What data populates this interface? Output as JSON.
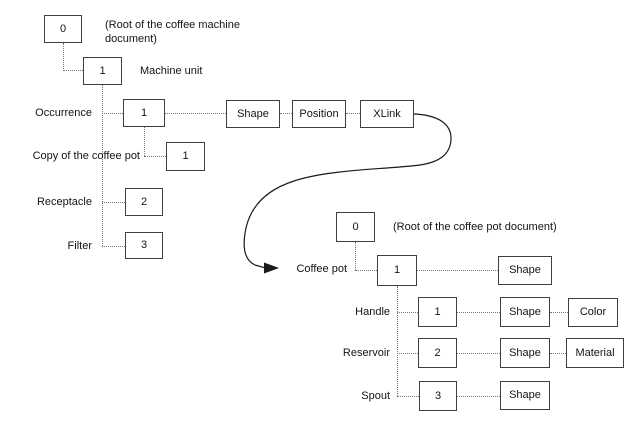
{
  "machine_tree": {
    "root_value": "0",
    "root_caption_lines": [
      "(Root of the coffee machine",
      "document)"
    ],
    "machine_unit_value": "1",
    "machine_unit_label": "Machine unit",
    "occurrence_label": "Occurrence",
    "occurrence_value": "1",
    "occurrence_attr_shape": "Shape",
    "occurrence_attr_position": "Position",
    "occurrence_attr_xlink": "XLink",
    "copy_label": "Copy of the coffee pot",
    "copy_value": "1",
    "receptacle_label": "Receptacle",
    "receptacle_value": "2",
    "filter_label": "Filter",
    "filter_value": "3"
  },
  "pot_tree": {
    "root_value": "0",
    "root_caption": "(Root of the coffee pot document)",
    "coffee_pot_label": "Coffee pot",
    "coffee_pot_value": "1",
    "coffee_pot_attr_shape": "Shape",
    "handle_label": "Handle",
    "handle_value": "1",
    "handle_attr_shape": "Shape",
    "handle_attr_color": "Color",
    "reservoir_label": "Reservoir",
    "reservoir_value": "2",
    "reservoir_attr_shape": "Shape",
    "reservoir_attr_material": "Material",
    "spout_label": "Spout",
    "spout_value": "3",
    "spout_attr_shape": "Shape"
  },
  "colors": {
    "background": "#ffffff",
    "box_border": "#3f3f3f",
    "text": "#141414",
    "dotted_line": "#7a7a7a",
    "arrow": "#1a1a1a"
  }
}
